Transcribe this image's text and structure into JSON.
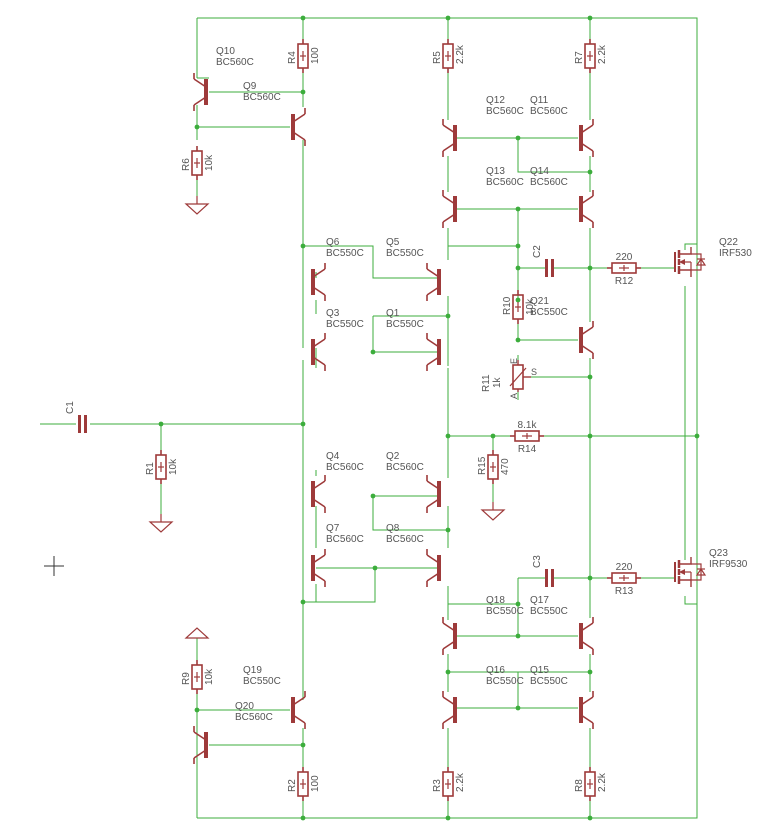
{
  "schematic": {
    "title": "",
    "colors": {
      "wire": "#3cad3c",
      "part": "#9e3a3a",
      "text": "#555555",
      "background": "#ffffff"
    },
    "transistors": [
      {
        "ref": "Q1",
        "value": "BC550C"
      },
      {
        "ref": "Q2",
        "value": "BC560C"
      },
      {
        "ref": "Q3",
        "value": "BC550C"
      },
      {
        "ref": "Q4",
        "value": "BC560C"
      },
      {
        "ref": "Q5",
        "value": "BC550C"
      },
      {
        "ref": "Q6",
        "value": "BC550C"
      },
      {
        "ref": "Q7",
        "value": "BC560C"
      },
      {
        "ref": "Q8",
        "value": "BC560C"
      },
      {
        "ref": "Q9",
        "value": "BC560C"
      },
      {
        "ref": "Q10",
        "value": "BC560C"
      },
      {
        "ref": "Q11",
        "value": "BC560C"
      },
      {
        "ref": "Q12",
        "value": "BC560C"
      },
      {
        "ref": "Q13",
        "value": "BC560C"
      },
      {
        "ref": "Q14",
        "value": "BC560C"
      },
      {
        "ref": "Q15",
        "value": "BC550C"
      },
      {
        "ref": "Q16",
        "value": "BC550C"
      },
      {
        "ref": "Q17",
        "value": "BC550C"
      },
      {
        "ref": "Q18",
        "value": "BC550C"
      },
      {
        "ref": "Q19",
        "value": "BC550C"
      },
      {
        "ref": "Q20",
        "value": "BC560C"
      },
      {
        "ref": "Q21",
        "value": "BC550C"
      },
      {
        "ref": "Q22",
        "value": "IRF530"
      },
      {
        "ref": "Q23",
        "value": "IRF9530"
      }
    ],
    "resistors": [
      {
        "ref": "R1",
        "value": "10k"
      },
      {
        "ref": "R2",
        "value": "100"
      },
      {
        "ref": "R3",
        "value": "2.2k"
      },
      {
        "ref": "R4",
        "value": "100"
      },
      {
        "ref": "R5",
        "value": "2.2k"
      },
      {
        "ref": "R6",
        "value": "10k"
      },
      {
        "ref": "R7",
        "value": "2.2k"
      },
      {
        "ref": "R8",
        "value": "2.2k"
      },
      {
        "ref": "R9",
        "value": "10k"
      },
      {
        "ref": "R10",
        "value": "10k"
      },
      {
        "ref": "R11",
        "value": "1k"
      },
      {
        "ref": "R12",
        "value": "220"
      },
      {
        "ref": "R13",
        "value": "220"
      },
      {
        "ref": "R14",
        "value": "8.1k"
      },
      {
        "ref": "R15",
        "value": "470"
      }
    ],
    "capacitors": [
      {
        "ref": "C1"
      },
      {
        "ref": "C2"
      },
      {
        "ref": "C3"
      }
    ],
    "pot_pins": {
      "e": "E",
      "a": "A",
      "s": "S"
    }
  }
}
